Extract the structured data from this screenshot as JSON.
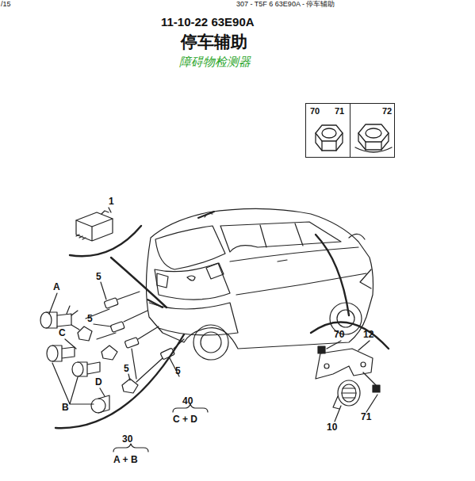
{
  "diagram": {
    "title": "停车辅助",
    "nodes": [
      {
        "text": [
          "70",
          "71"
        ]
      },
      {
        "text": [
          "72"
        ]
      }
    ],
    "labels": [
      "/15",
      "307 - T5F 6 63E90A - 停车辅助",
      "11-10-22 63E90A",
      "障碍物检测器",
      "1",
      "5",
      "A",
      "C",
      "5",
      "5",
      "D",
      "5",
      "B",
      "70",
      "12",
      "71",
      "10",
      "40",
      "C + D",
      "30",
      "A + B"
    ]
  }
}
